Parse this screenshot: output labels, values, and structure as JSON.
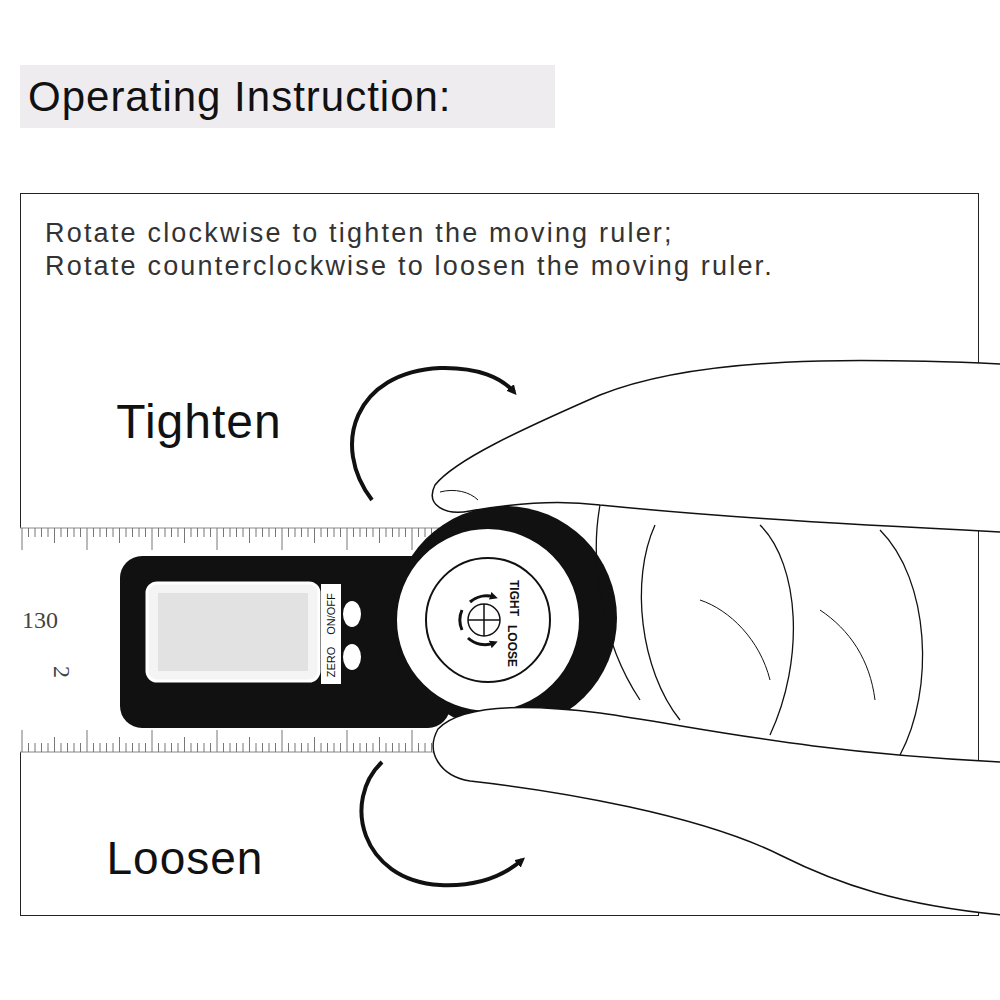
{
  "diagram": {
    "title": "Operating Instruction:",
    "labels": [
      "Rotate clockwise to tighten the moving ruler;",
      "Rotate counterclockwise to loosen the moving ruler.",
      "Tighten",
      "Loosen",
      "130",
      "2",
      "ZERO",
      "ON/OFF",
      "TIGHT",
      "LOOSE"
    ]
  }
}
